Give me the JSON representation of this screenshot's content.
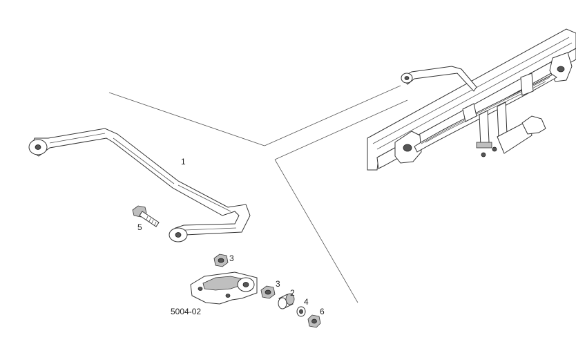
{
  "diagram": {
    "reference_code": "5004-02",
    "callouts": [
      {
        "id": "part-1",
        "label": "1"
      },
      {
        "id": "part-2",
        "label": "2"
      },
      {
        "id": "part-3a",
        "label": "3"
      },
      {
        "id": "part-3b",
        "label": "3"
      },
      {
        "id": "part-4",
        "label": "4"
      },
      {
        "id": "part-5",
        "label": "5"
      },
      {
        "id": "part-6",
        "label": "6"
      }
    ]
  }
}
